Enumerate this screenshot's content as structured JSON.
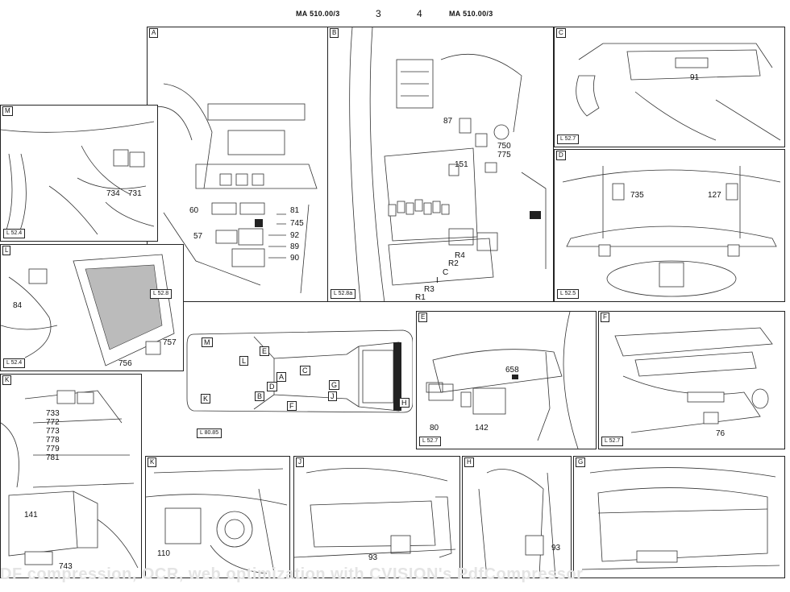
{
  "header": {
    "left_code": "MA 510.00/3",
    "page_left": "3",
    "page_right": "4",
    "right_code": "MA 510.00/3"
  },
  "panels": {
    "A": {
      "label": "A",
      "ref": "L 52.8",
      "numbers": [
        "60",
        "57",
        "81",
        "745",
        "92",
        "89",
        "90"
      ]
    },
    "B": {
      "label": "B",
      "ref": "L 52.8a",
      "numbers": [
        "87",
        "750",
        "775",
        "151",
        "R4",
        "R2",
        "C",
        "I",
        "R3",
        "R1"
      ]
    },
    "C": {
      "label": "C",
      "ref": "L 52.7",
      "numbers": [
        "91"
      ]
    },
    "D": {
      "label": "D",
      "ref": "L 52.5",
      "numbers": [
        "735",
        "127"
      ]
    },
    "M": {
      "label": "M",
      "ref": "L 52.4",
      "numbers": [
        "734",
        "731"
      ]
    },
    "L": {
      "label": "L",
      "ref": "L 52.4",
      "numbers": [
        "84",
        "757",
        "756"
      ]
    },
    "E": {
      "label": "E",
      "ref": "L 52.7",
      "numbers": [
        "658",
        "80",
        "142"
      ]
    },
    "F": {
      "label": "F",
      "ref": "L 52.7",
      "numbers": [
        "76"
      ]
    },
    "KL": {
      "label": "K",
      "numbers": [
        "733",
        "772",
        "773",
        "778",
        "779",
        "781",
        "141",
        "743"
      ]
    },
    "K": {
      "label": "K",
      "numbers": [
        "110"
      ]
    },
    "J": {
      "label": "J",
      "numbers": [
        "93"
      ]
    },
    "H": {
      "label": "H",
      "numbers": [
        "93"
      ]
    },
    "G": {
      "label": "G"
    }
  },
  "car_map": {
    "ref": "L 80.85",
    "markers": [
      "M",
      "L",
      "E",
      "C",
      "A",
      "D",
      "G",
      "K",
      "B",
      "F",
      "J",
      "H"
    ]
  },
  "watermark": "DF compression, OCR, web optimization with CVISION's PdfCompressor"
}
